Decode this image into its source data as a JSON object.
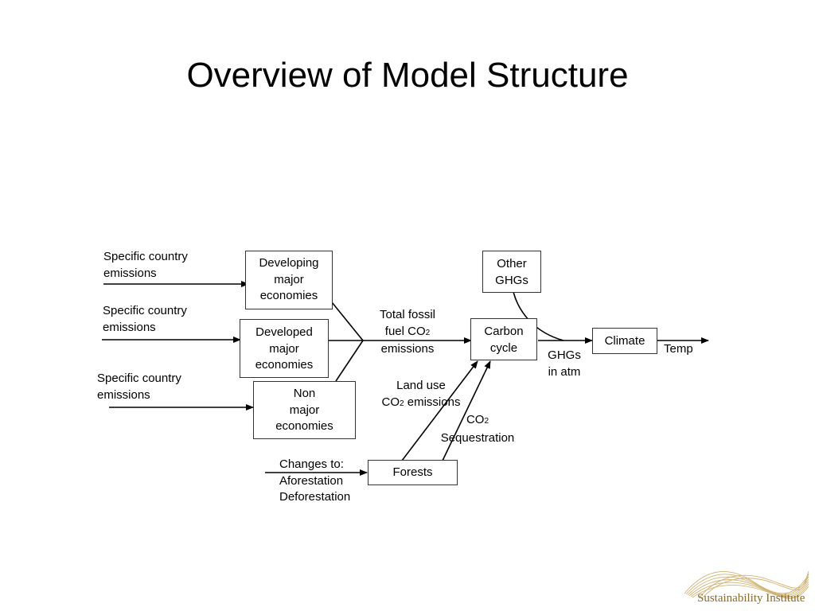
{
  "title": "Overview of Model Structure",
  "inputs": {
    "top": [
      "Specific country",
      "emissions"
    ],
    "middle": [
      "Specific country",
      "emissions"
    ],
    "bottom": [
      "Specific country",
      "emissions"
    ]
  },
  "boxes": {
    "developing": [
      "Developing",
      "major",
      "economies"
    ],
    "developed": [
      "Developed",
      "major",
      "economies"
    ],
    "non_major": [
      "Non",
      "major",
      "economies"
    ],
    "other_ghgs": [
      "Other",
      "GHGs"
    ],
    "carbon_cycle": [
      "Carbon",
      "cycle"
    ],
    "climate": "Climate",
    "forests": "Forests"
  },
  "labels": {
    "total_fossil": {
      "line1": "Total fossil",
      "line2_pre": "fuel CO",
      "sub": "2",
      "line3": "emissions"
    },
    "land_use": {
      "line1": "Land use",
      "line2_pre": "CO",
      "sub": "2",
      "line2_post": " emissions"
    },
    "sequestration": {
      "line1_pre": "CO",
      "sub": "2",
      "line2": "Sequestration"
    },
    "ghgs_atm": [
      "GHGs",
      "in atm"
    ],
    "temp": "Temp",
    "changes": [
      "Changes to:",
      "Aforestation",
      "Deforestation"
    ]
  },
  "logo": {
    "text": "Sustainability Institute",
    "color": "#b8954a"
  }
}
